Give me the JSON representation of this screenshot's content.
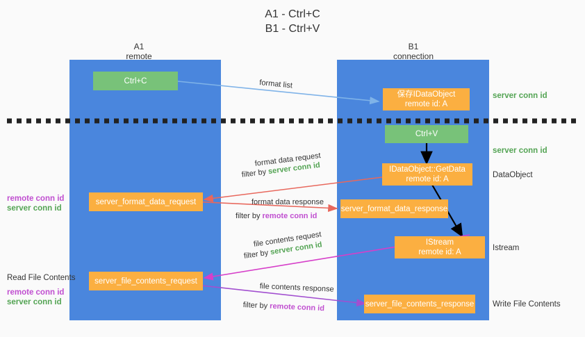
{
  "title": {
    "line1": "A1 - Ctrl+C",
    "line2": "B1 - Ctrl+V"
  },
  "columns": [
    {
      "name": "A1",
      "sub": "remote"
    },
    {
      "name": "B1",
      "sub": "connection"
    }
  ],
  "colors": {
    "panel": "#4a86dd",
    "orange": "#fbaf41",
    "green": "#78c279",
    "arrow_blue": "#7fb3e8",
    "arrow_red": "#e8685d",
    "arrow_magenta": "#d63fc9",
    "arrow_purple": "#a24fd0",
    "arrow_black": "#000000",
    "text_green": "#54a454",
    "text_purple": "#c04fd0",
    "background": "#fafafa"
  },
  "boxes": {
    "ctrl_c": "Ctrl+C",
    "ctrl_v": "Ctrl+V",
    "save_idataobject_l1": "保存IDataObject",
    "save_idataobject_l2": "remote id: A",
    "getdata_l1": "IDataObject::GetData",
    "getdata_l2": "remote id: A",
    "istream_l1": "IStream",
    "istream_l2": "remote id: A",
    "server_format_data_request": "server_format_data_request",
    "server_format_data_response": "server_format_data_response",
    "server_file_contents_request": "server_file_contents_request",
    "server_file_contents_response": "server_file_contents_response"
  },
  "right_labels": {
    "server_conn_id_top": "server conn id",
    "server_conn_id_mid": "server conn id",
    "dataobject": "DataObject",
    "istream": "Istream",
    "write_file_contents": "Write File Contents"
  },
  "left_labels": {
    "remote_conn_id_1": "remote conn id",
    "server_conn_id_1": "server conn id",
    "read_file_contents": "Read File Contents",
    "remote_conn_id_2": "remote conn id",
    "server_conn_id_2": "server conn id"
  },
  "annotations": {
    "format_list": "format list",
    "format_data_request": "format data request",
    "format_data_request_filter_prefix": "filter by ",
    "format_data_request_filter_value": "server conn id",
    "format_data_response": "format data response",
    "format_data_response_filter_prefix": "filter by ",
    "format_data_response_filter_value": "remote conn id",
    "file_contents_request": "file contents request",
    "file_contents_request_filter_prefix": "filter by ",
    "file_contents_request_filter_value": "server conn id",
    "file_contents_response": "file contents response",
    "file_contents_response_filter_prefix": "filter by ",
    "file_contents_response_filter_value": "remote conn id"
  }
}
